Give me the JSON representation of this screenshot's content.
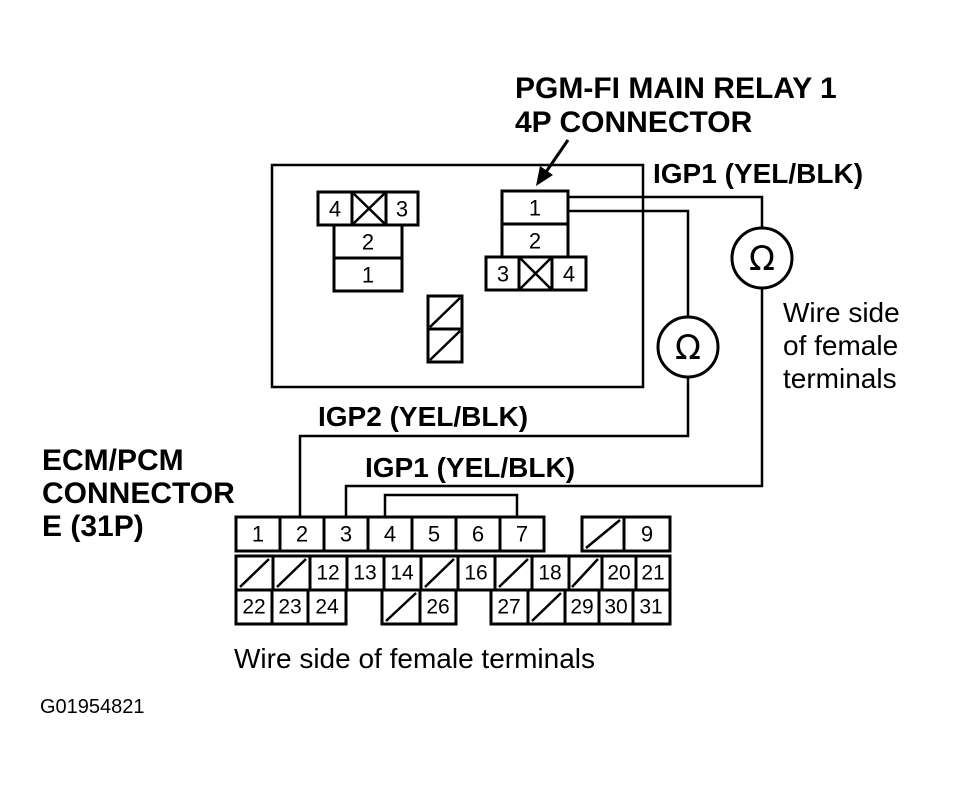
{
  "labels": {
    "relay_title_line1": "PGM-FI MAIN RELAY 1",
    "relay_title_line2": "4P CONNECTOR",
    "igp1_top": "IGP1 (YEL/BLK)",
    "wire_side_right_line1": "Wire side",
    "wire_side_right_line2": "of female",
    "wire_side_right_line3": "terminals",
    "igp2": "IGP2 (YEL/BLK)",
    "igp1_bottom": "IGP1 (YEL/BLK)",
    "ecm_line1": "ECM/PCM",
    "ecm_line2": "CONNECTOR",
    "ecm_line3": "E (31P)",
    "wire_side_bottom": "Wire side of female terminals",
    "figure_code": "G01954821"
  },
  "meters": {
    "symbol": "Ω",
    "icon": "ohmmeter-icon"
  },
  "relay_left": {
    "top_left": "4",
    "top_right": "3",
    "mid": "2",
    "bottom": "1"
  },
  "relay_right": {
    "top": "1",
    "mid": "2",
    "bottom_left": "3",
    "bottom_right": "4"
  },
  "ecm_pins": {
    "p1": "1",
    "p2": "2",
    "p3": "3",
    "p4": "4",
    "p5": "5",
    "p6": "6",
    "p7": "7",
    "p9": "9",
    "p12": "12",
    "p13": "13",
    "p14": "14",
    "p16": "16",
    "p18": "18",
    "p20": "20",
    "p21": "21",
    "p22": "22",
    "p23": "23",
    "p24": "24",
    "p26": "26",
    "p27": "27",
    "p29": "29",
    "p30": "30",
    "p31": "31"
  }
}
